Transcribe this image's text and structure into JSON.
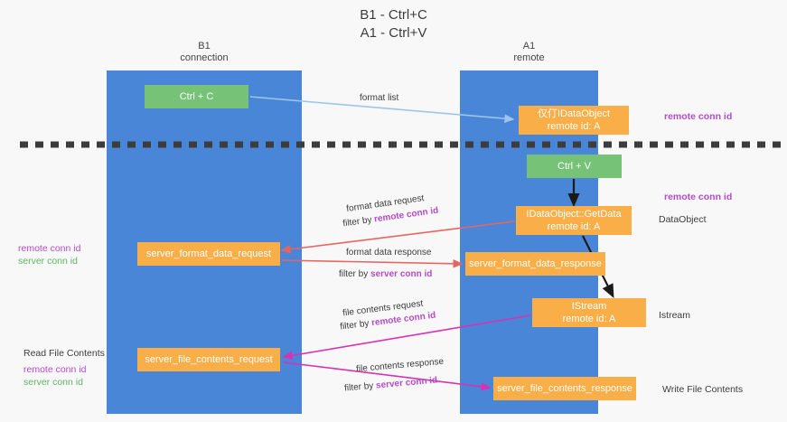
{
  "title": {
    "line1": "B1 - Ctrl+C",
    "line2": "A1 - Ctrl+V"
  },
  "lanes": [
    {
      "id": "b1",
      "name": "B1",
      "subtitle": "connection"
    },
    {
      "id": "a1",
      "name": "A1",
      "subtitle": "remote"
    }
  ],
  "boxes": {
    "ctrl_c": {
      "line1": "Ctrl + C",
      "color": "#76c377"
    },
    "ctrl_v": {
      "line1": "Ctrl + V",
      "color": "#76c377"
    },
    "idataobject": {
      "line1": "仅仃IDataObject",
      "line2": "remote id: A",
      "color": "#f9ae47"
    },
    "getdata": {
      "line1": "IDataObject::GetData",
      "line2": "remote id: A",
      "color": "#f9ae47"
    },
    "istream": {
      "line1": "IStream",
      "line2": "remote id: A",
      "color": "#f9ae47"
    },
    "server_format_data_request": {
      "line1": "server_format_data_request",
      "color": "#f9ae47"
    },
    "server_format_data_response": {
      "line1": "server_format_data_response",
      "color": "#f9ae47"
    },
    "server_file_contents_request": {
      "line1": "server_file_contents_request",
      "color": "#f9ae47"
    },
    "server_file_contents_response": {
      "line1": "server_file_contents_response",
      "color": "#f9ae47"
    }
  },
  "captions": {
    "format_list": "format list",
    "format_data_request": "format data request",
    "filter_by_prefix": "filter by ",
    "remote_conn_id": "remote conn id",
    "server_conn_id": "server conn id",
    "format_data_response": "format data response",
    "file_contents_request": "file contents request",
    "file_contents_response": "file contents response"
  },
  "side_labels": {
    "remote_conn_id_top": "remote conn id",
    "remote_conn_id_mid": "remote conn id",
    "data_object": "DataObject",
    "istream": "Istream",
    "write_file_contents": "Write File Contents",
    "read_file_contents": "Read File Contents",
    "left_remote_conn_id": "remote conn id",
    "left_server_conn_id": "server conn id",
    "left_remote_conn_id_2": "remote conn id",
    "left_server_conn_id_2": "server conn id"
  },
  "colors": {
    "lane": "#4a86d8",
    "box_green": "#76c377",
    "box_orange": "#f9ae47",
    "purple": "#b44bc8",
    "green_text": "#5fb463",
    "arrow_blue": "#9cc6ea",
    "arrow_red": "#e8655f",
    "arrow_magenta": "#d832b4",
    "arrow_black": "#1a1a1a",
    "divider": "#3c3c3c",
    "background": "#f8f8f8"
  }
}
